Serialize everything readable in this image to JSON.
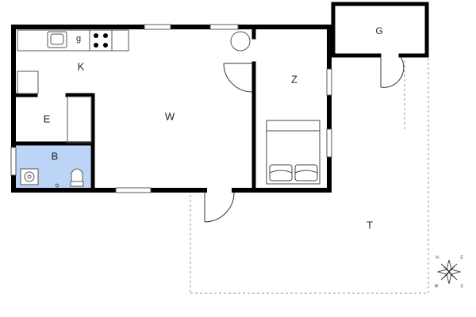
{
  "rooms": {
    "kitchen": "K",
    "stove_symbol": "g",
    "living": "W",
    "entry": "E",
    "bathroom": "B",
    "bedroom": "Z",
    "garage": "G",
    "terrace": "T"
  },
  "compass": {
    "n": "N",
    "e": "E",
    "s": "S",
    "w": "W"
  },
  "colors": {
    "wall": "#000000",
    "bathroom_fill": "#bcd4f6",
    "terrace_line": "#999999"
  }
}
